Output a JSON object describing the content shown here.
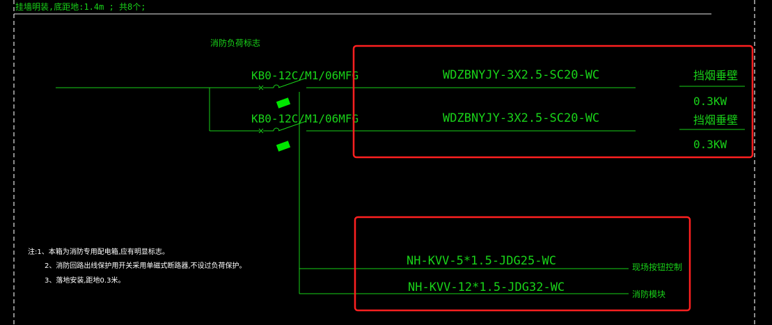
{
  "header_note": "挂墙明装,底距地:1.4m ; 共8个;",
  "load_sign_label": "消防负荷标志",
  "circuits": [
    {
      "breaker": "KB0-12C/M1/06MFG",
      "cable": "WDZBNYJY-3X2.5-SC20-WC",
      "load": "挡烟垂壁",
      "power": "0.3KW"
    },
    {
      "breaker": "KB0-12C/M1/06MFG",
      "cable": "WDZBNYJY-3X2.5-SC20-WC",
      "load": "挡烟垂壁",
      "power": "0.3KW"
    }
  ],
  "control_lines": [
    {
      "cable": "NH-KVV-5*1.5-JDG25-WC",
      "target": "现场按钮控制"
    },
    {
      "cable": "NH-KVV-12*1.5-JDG32-WC",
      "target": "消防模块"
    }
  ],
  "notes": [
    "注:1、本箱为消防专用配电箱,应有明显标志。",
    "2、消防回路出线保护用开关采用单磁式断路器,不设过负荷保护。",
    "3、落地安装,距地0.3米。"
  ],
  "colors": {
    "background": "#000000",
    "line": "#19d219",
    "highlight": "#ff2020",
    "border": "#e8e8e8",
    "note_text": "#ffffff"
  }
}
